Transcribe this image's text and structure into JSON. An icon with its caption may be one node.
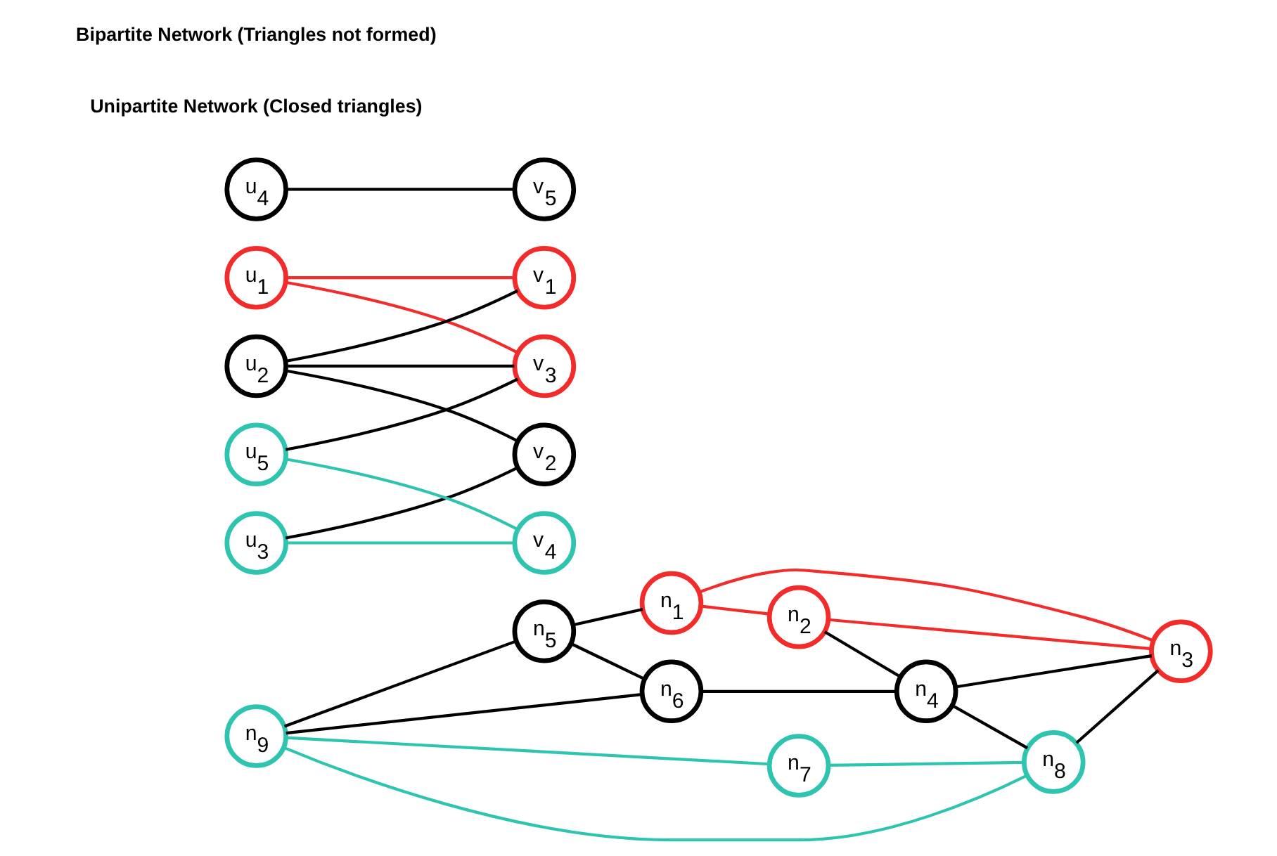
{
  "diagram": {
    "nodes": [
      {
        "text": [
          "n$_{1}$"
        ]
      },
      {
        "text": [
          "n$_{2}$"
        ]
      },
      {
        "text": [
          "n$_{3}$"
        ]
      },
      {
        "text": [
          "n$_{4}$"
        ]
      },
      {
        "text": [
          "n$_{5}$"
        ]
      },
      {
        "text": [
          "n$_{6}$"
        ]
      },
      {
        "text": [
          "n$_{7}$"
        ]
      },
      {
        "text": [
          "n$_{8}$"
        ]
      },
      {
        "text": [
          "n$_{9}$"
        ]
      },
      {
        "text": [
          "u$_{1}$"
        ]
      },
      {
        "text": [
          "u$_{2}$"
        ]
      },
      {
        "text": [
          "u$_{3}$"
        ]
      },
      {
        "text": [
          "u$_{4}$"
        ]
      },
      {
        "text": [
          "u$_{5}$"
        ]
      },
      {
        "text": [
          "v$_{1}$"
        ]
      },
      {
        "text": [
          "v$_{2}$"
        ]
      },
      {
        "text": [
          "v$_{3}$"
        ]
      },
      {
        "text": [
          "v$_{4}$"
        ]
      },
      {
        "text": [
          "v$_{5}$"
        ]
      }
    ],
    "edges": [
      {
        "from": 4,
        "to": 0,
        "arrow": "none"
      },
      {
        "from": 4,
        "to": 5,
        "arrow": "none"
      },
      {
        "from": 8,
        "to": 4,
        "arrow": "none"
      },
      {
        "from": 8,
        "to": 5,
        "arrow": "none"
      },
      {
        "from": 5,
        "to": 3,
        "arrow": "none"
      },
      {
        "from": 0,
        "to": 1,
        "arrow": "none",
        "color": "#f22b2b"
      },
      {
        "from": 0,
        "to": 2,
        "arrow": "none",
        "color": "#f22b2b"
      },
      {
        "from": 1,
        "to": 2,
        "arrow": "none",
        "color": "#f22b2b"
      },
      {
        "from": 1,
        "to": 3,
        "arrow": "none"
      },
      {
        "from": 3,
        "to": 2,
        "arrow": "none"
      },
      {
        "from": 3,
        "to": 7,
        "arrow": "none"
      },
      {
        "from": 7,
        "to": 2,
        "arrow": "none"
      },
      {
        "from": 8,
        "to": 6,
        "arrow": "none",
        "color": "#2ec4b0"
      },
      {
        "from": 8,
        "to": 7,
        "arrow": "none",
        "color": "#2ec4b0"
      },
      {
        "from": 6,
        "to": 7,
        "arrow": "none",
        "color": "#2ec4b0"
      },
      {
        "from": 9,
        "to": 14,
        "arrow": "none",
        "color": "#f22b2b"
      },
      {
        "from": 9,
        "to": 16,
        "arrow": "none",
        "color": "#f22b2b"
      },
      {
        "from": 10,
        "to": 14,
        "arrow": "none"
      },
      {
        "from": 10,
        "to": 15,
        "arrow": "none"
      },
      {
        "from": 10,
        "to": 16,
        "arrow": "none"
      },
      {
        "from": 11,
        "to": 15,
        "arrow": "none"
      },
      {
        "from": 11,
        "to": 17,
        "arrow": "none",
        "color": "#2ec4b0"
      },
      {
        "from": 12,
        "to": 18,
        "arrow": "none"
      },
      {
        "from": 13,
        "to": 16,
        "arrow": "none"
      },
      {
        "from": 13,
        "to": 17,
        "arrow": "none",
        "color": "#2ec4b0"
      }
    ],
    "labels": [
      "Unipartite Network (Closed triangles)",
      "Bipartite Network (Triangles not formed)"
    ]
  }
}
